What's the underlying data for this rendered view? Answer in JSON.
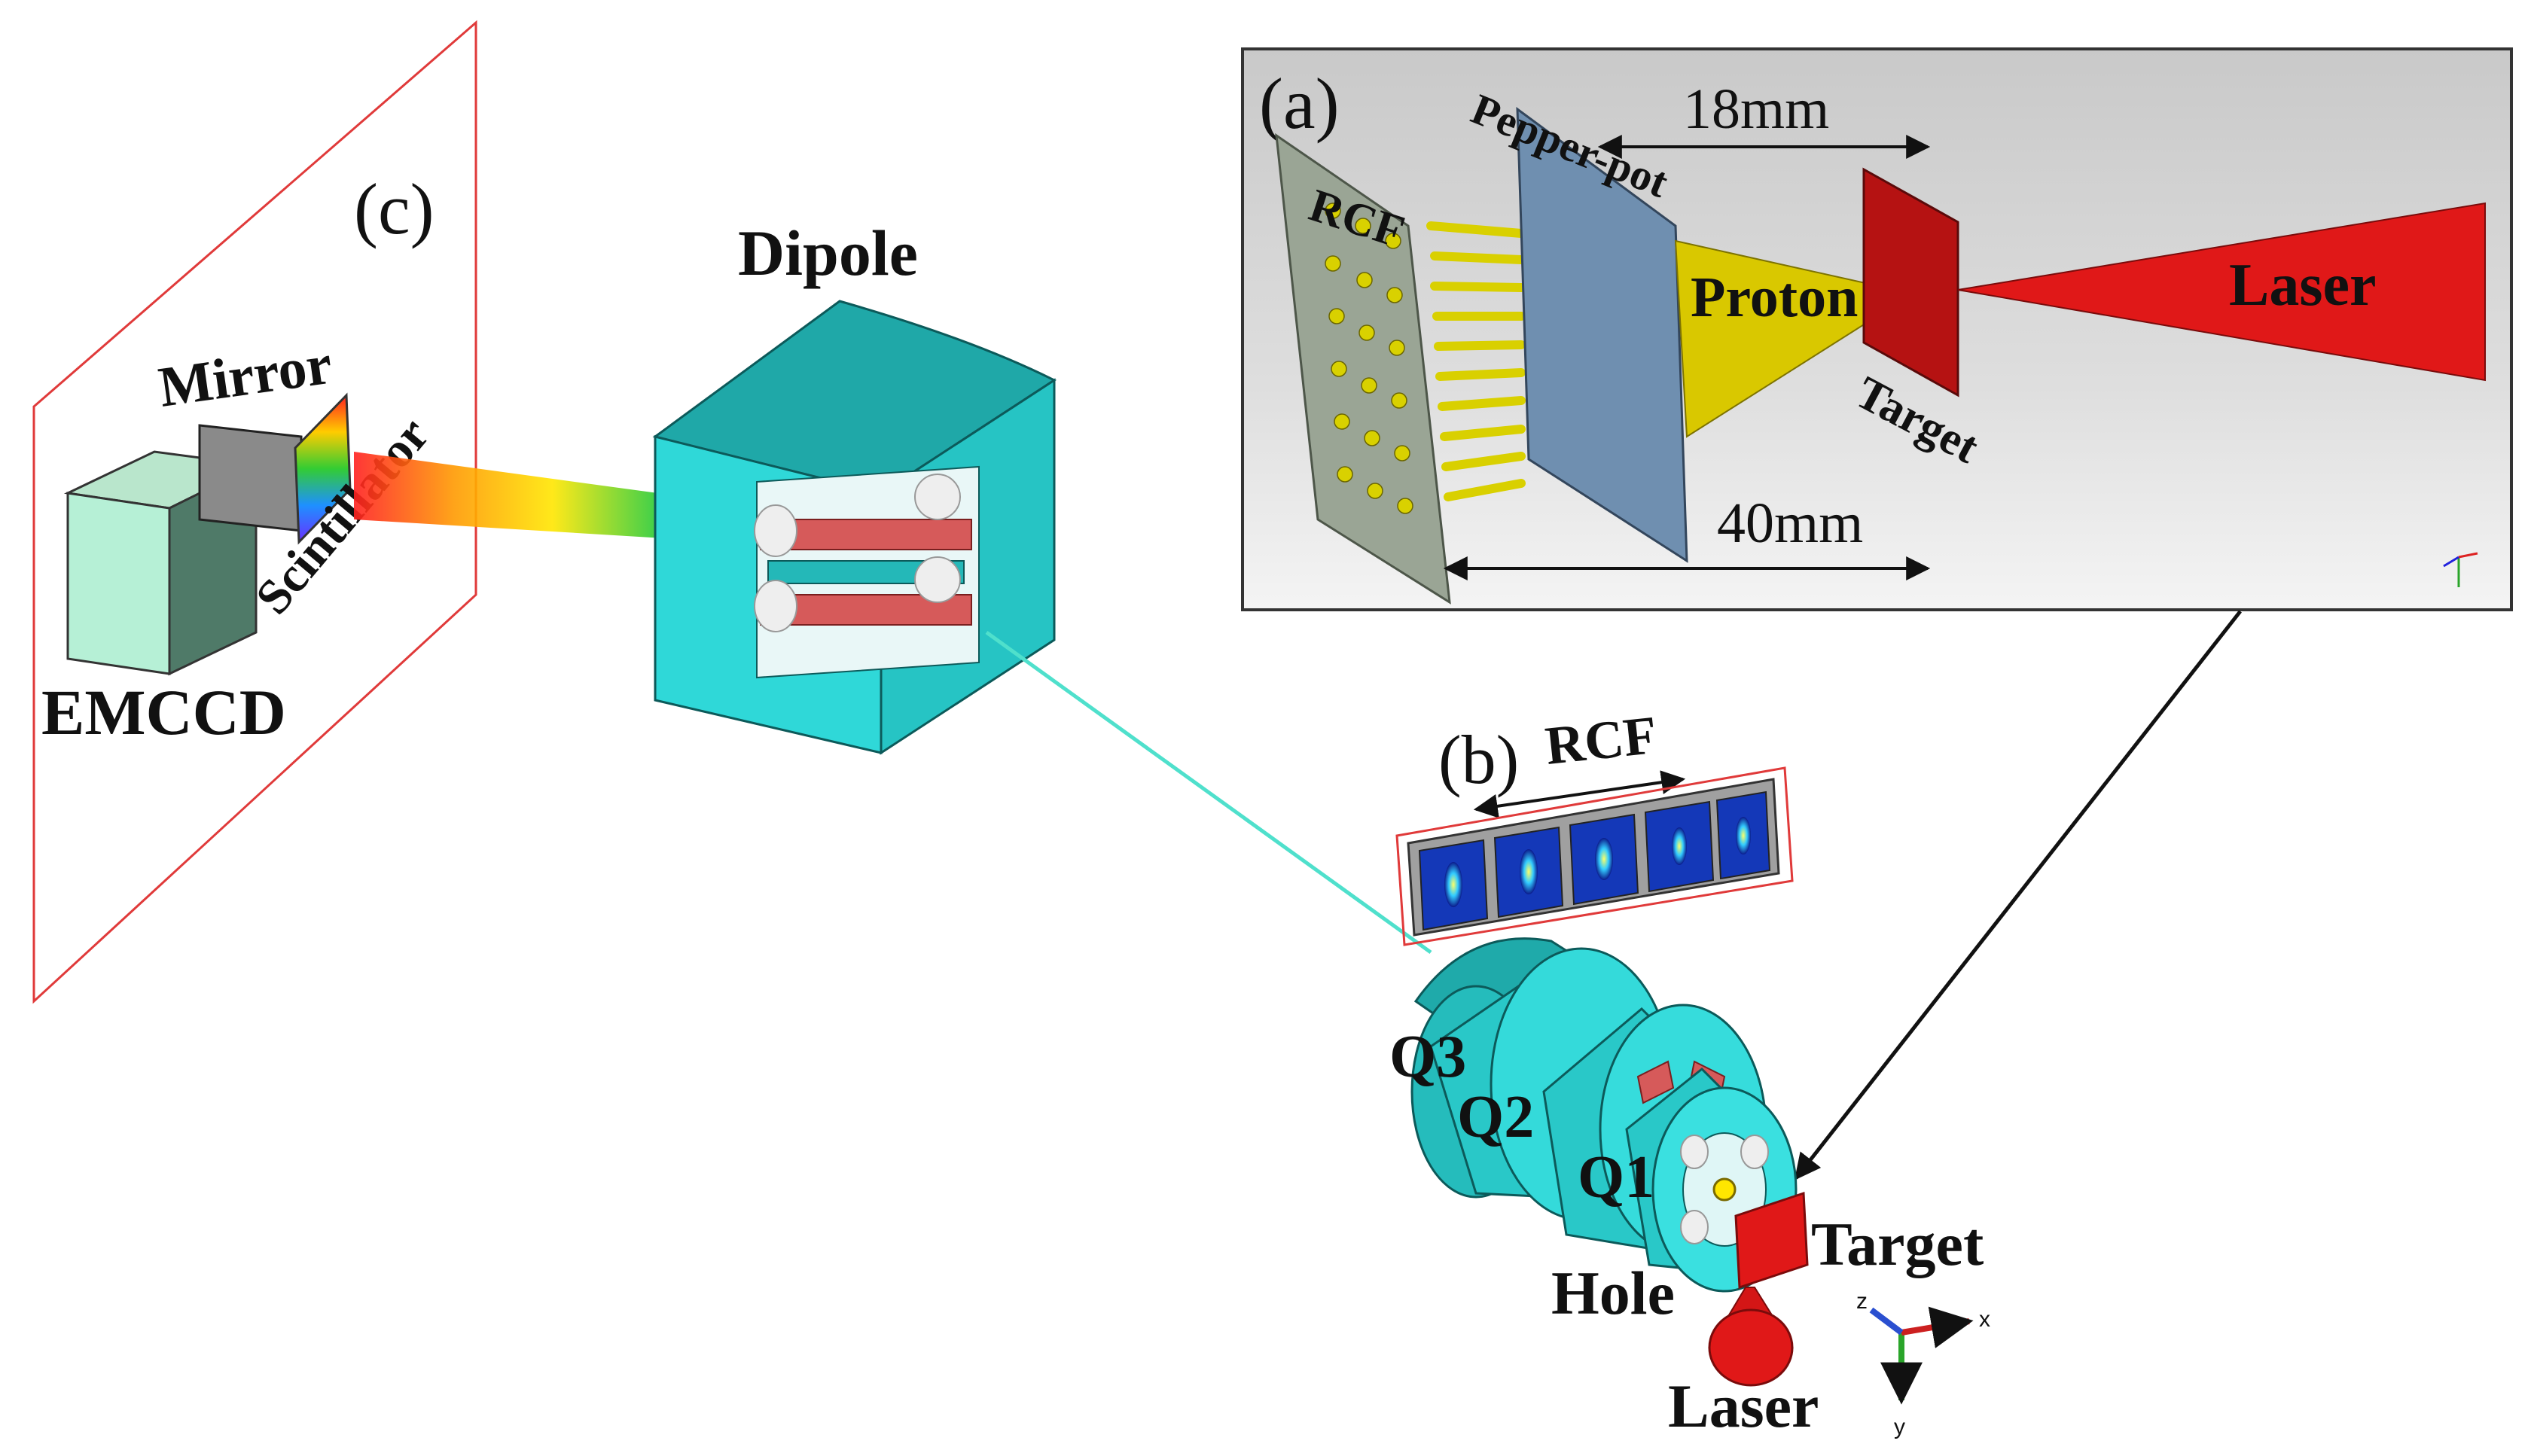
{
  "panels": {
    "a": "(a)",
    "b": "(b)",
    "c": "(c)"
  },
  "labels": {
    "dipole": "Dipole",
    "mirror": "Mirror",
    "scintillator": "Scintillator",
    "emccd": "EMCCD",
    "q1": "Q1",
    "q2": "Q2",
    "q3": "Q3",
    "hole": "Hole",
    "target_main": "Target",
    "laser_main": "Laser",
    "rcf_b": "RCF"
  },
  "inset_a": {
    "rcf": "RCF",
    "pepper_pot": "Pepper-pot",
    "proton": "Proton",
    "target": "Target",
    "laser": "Laser",
    "dim_pepper_target": "18mm",
    "dim_rcf_target": "40mm"
  },
  "axes": {
    "x": "x",
    "y": "y",
    "z": "z"
  },
  "colors": {
    "magnet_cyan": "#2fd3d3",
    "magnet_dark": "#1a9a9a",
    "laser_red": "#e01818",
    "proton_yellow": "#d9c800",
    "frame_red": "#e03a3a",
    "plate_blue": "#6f8fb0",
    "plate_grey": "#9aa595"
  }
}
